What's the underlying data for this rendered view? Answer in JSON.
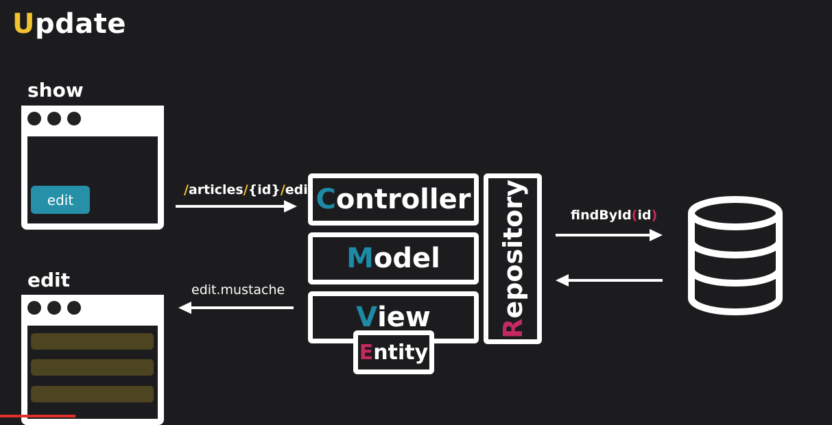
{
  "title": {
    "first_letter": "U",
    "rest": "pdate"
  },
  "show_window": {
    "label": "show",
    "button_label": "edit"
  },
  "edit_window": {
    "label": "edit"
  },
  "request_label": {
    "parts": [
      "/",
      "articles",
      "/",
      "{id}",
      "/",
      "edit"
    ]
  },
  "response_label": "edit.mustache",
  "mvc": {
    "controller": {
      "first": "C",
      "rest": "ontroller"
    },
    "model": {
      "first": "M",
      "rest": "odel"
    },
    "view": {
      "first": "V",
      "rest": "iew"
    },
    "entity": {
      "first": "E",
      "rest": "ntity"
    }
  },
  "repository": {
    "first": "R",
    "rest": "epository"
  },
  "db_call": {
    "name": "findById",
    "open": "(",
    "arg": "id",
    "close": ")"
  },
  "colors": {
    "accent_yellow": "#f2c230",
    "accent_teal": "#1e8aa6",
    "accent_pink": "#c4295f",
    "background": "#1c1c1e"
  }
}
